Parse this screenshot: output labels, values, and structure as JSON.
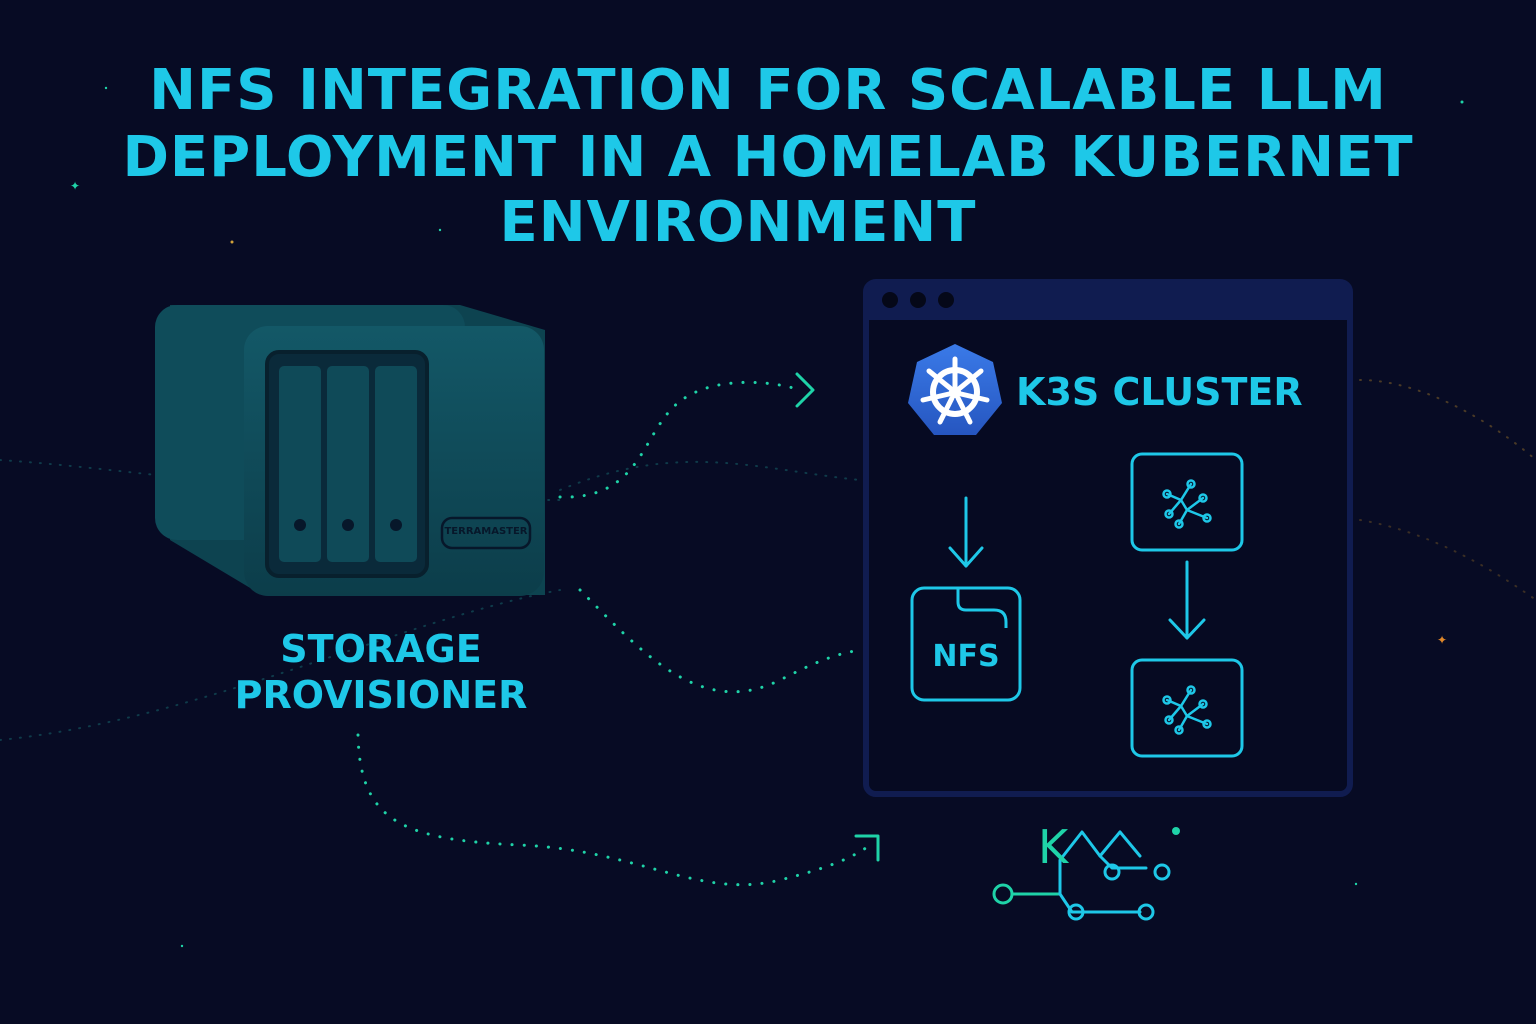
{
  "title": {
    "line1": "NFS INTEGRATION FOR SCALABLE LLM",
    "line2": "DEPLOYMENT IN A HOMELAB KUBERNET",
    "line3": "ENVIRONMENT"
  },
  "storage": {
    "brand": "TERRAMASTER",
    "label_line1": "STORAGE",
    "label_line2": "PROVISIONER"
  },
  "cluster": {
    "title": "K3S CLUSTER",
    "nfs_label": "NFS"
  },
  "footer_logo": {
    "text": "K"
  },
  "colors": {
    "background": "#070b24",
    "accent": "#1ec8e8",
    "green_dots": "#1fd3a8",
    "nas_body": "#0f4a58",
    "window_border": "#101c50",
    "kube_blue": "#2f6ad8"
  },
  "icons": [
    "kubernetes-helm-icon",
    "nfs-folder-icon",
    "neural-network-icon",
    "arrow-down-icon",
    "chevron-right-icon"
  ]
}
